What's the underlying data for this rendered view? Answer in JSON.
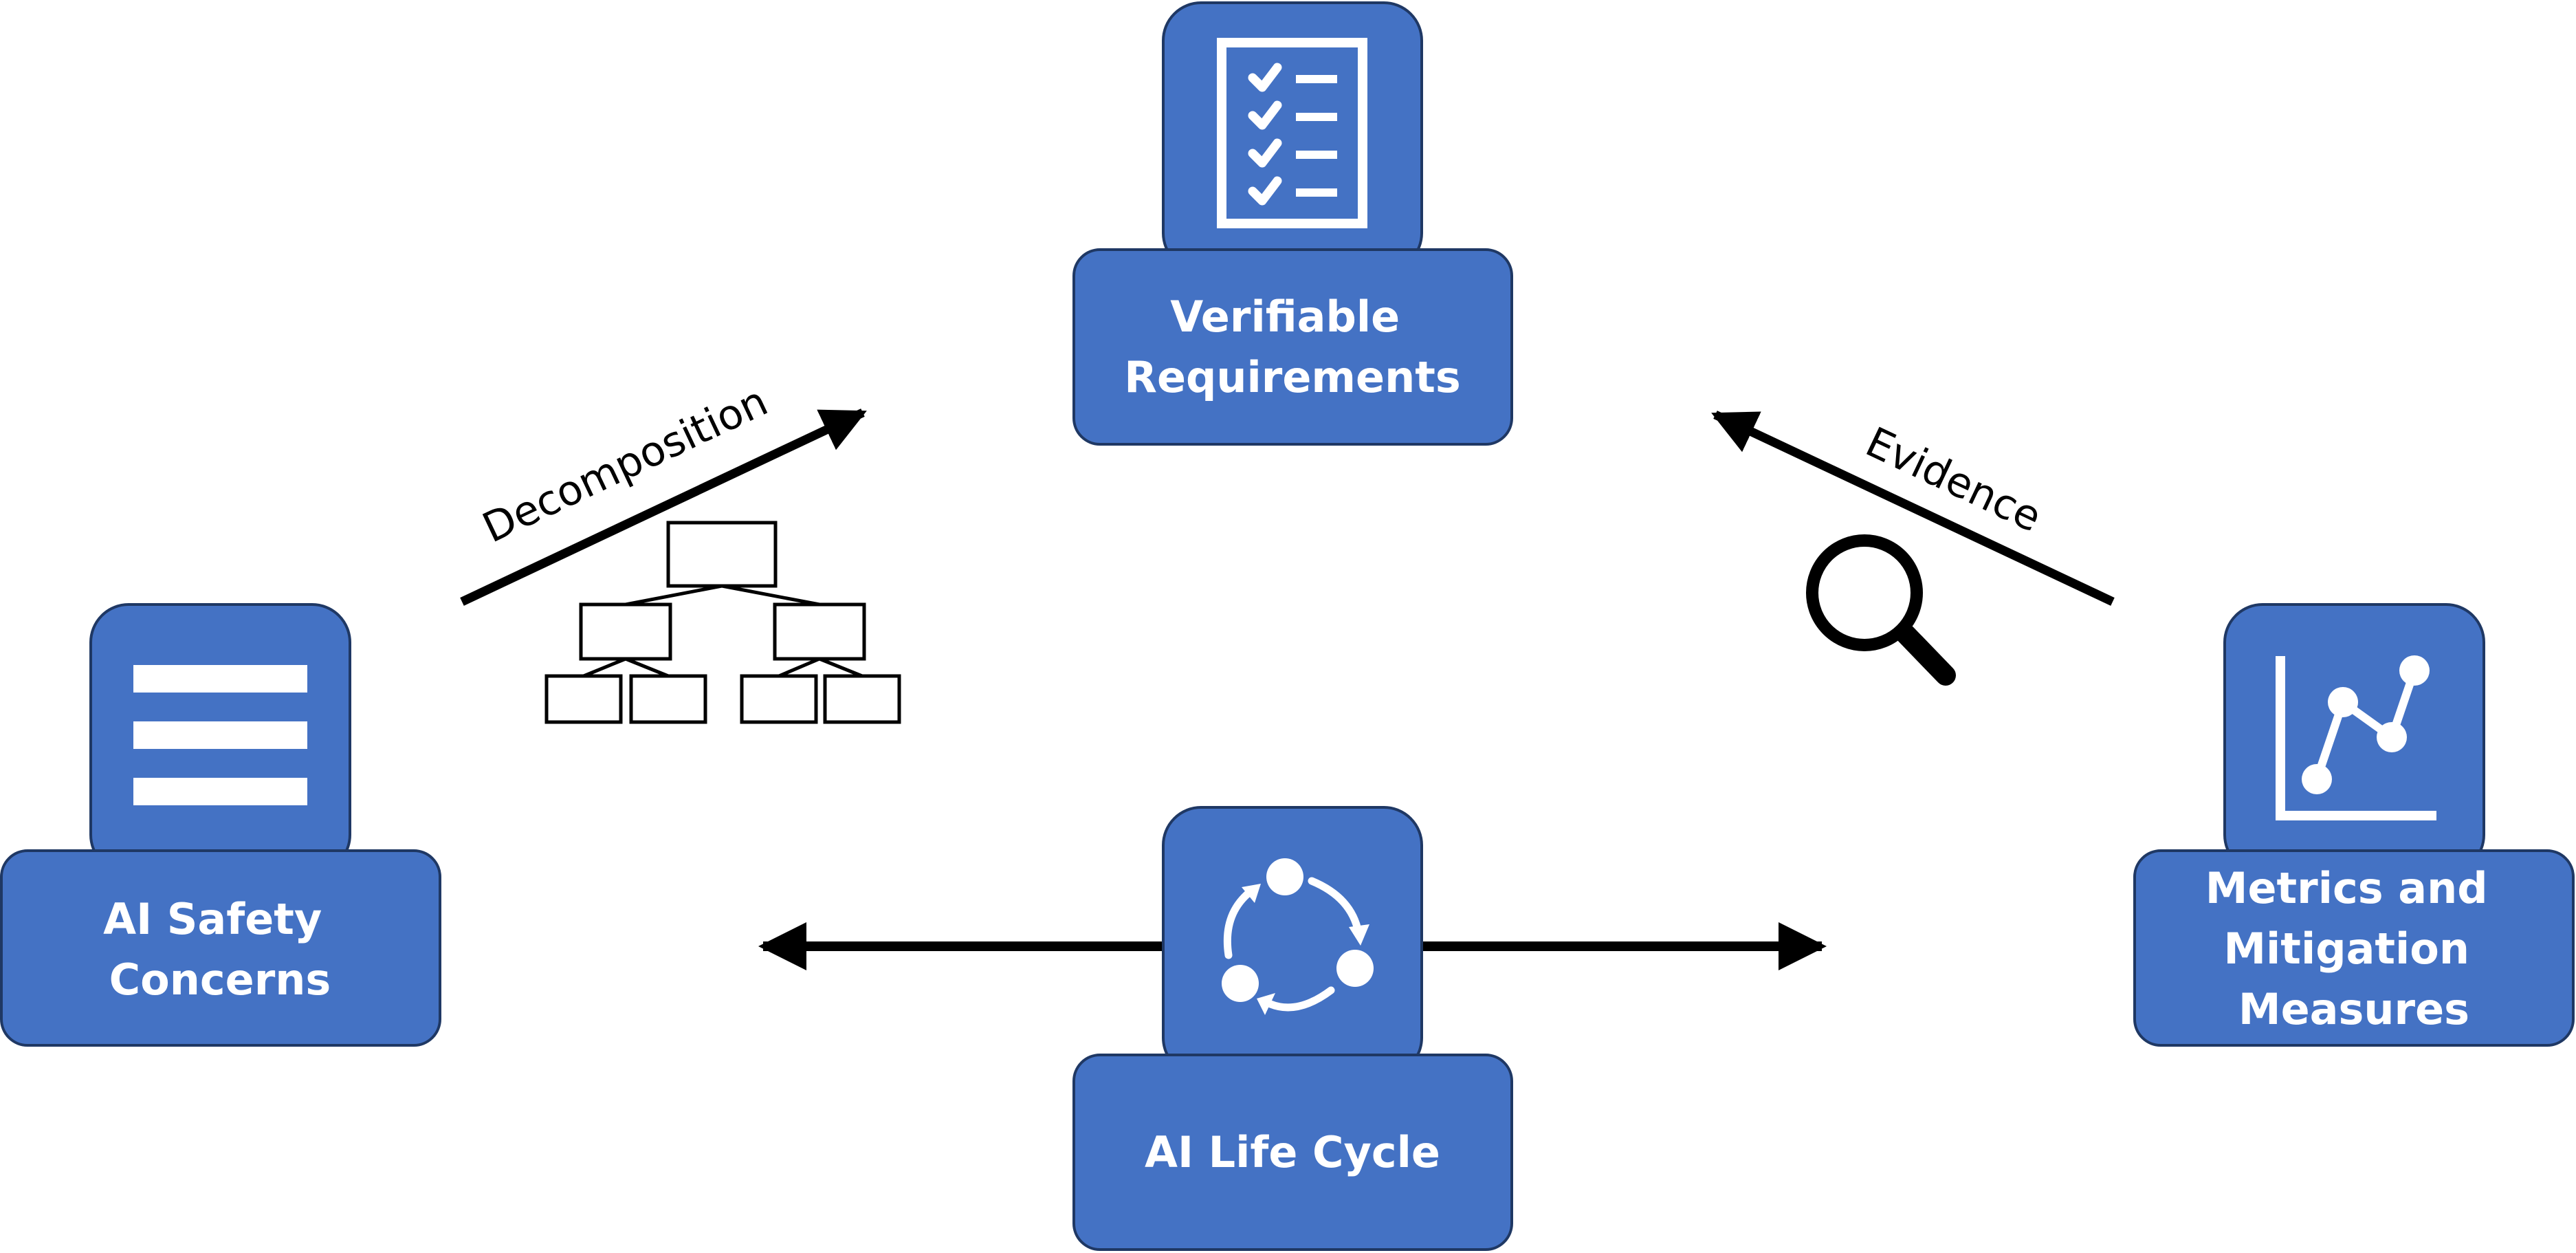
{
  "colors": {
    "node_fill": "#4472C4",
    "node_stroke": "#1F3864",
    "icon_color": "#FFFFFF",
    "arrow_color": "#000000",
    "background": "#FFFFFF"
  },
  "nodes": {
    "requirements": {
      "icon": "checklist-icon",
      "label_lines": [
        "Verifiable",
        "Requirements"
      ]
    },
    "safety": {
      "icon": "menu-lines-icon",
      "label_lines": [
        "AI Safety",
        "Concerns"
      ]
    },
    "metrics": {
      "icon": "line-chart-icon",
      "label_lines": [
        "Metrics and",
        "Mitigation",
        "Measures"
      ]
    },
    "lifecycle": {
      "icon": "cycle-icon",
      "label_lines": [
        "AI Life Cycle"
      ]
    }
  },
  "edges": {
    "decomposition": {
      "label": "Decomposition",
      "icon": "hierarchy-tree-icon"
    },
    "evidence": {
      "label": "Evidence",
      "icon": "magnifier-icon"
    },
    "lifecycle": {
      "direction": "bidirectional"
    }
  }
}
